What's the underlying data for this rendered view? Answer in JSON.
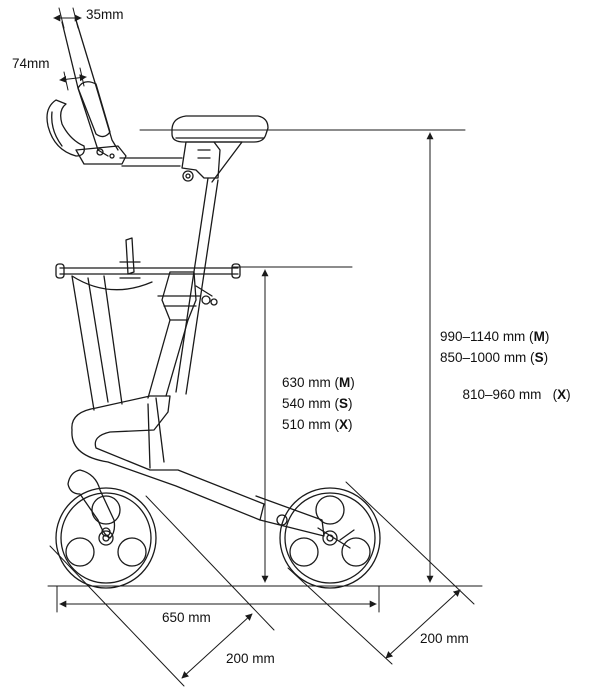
{
  "diagram": {
    "subject": "rollator walker, side view with dimension lines",
    "line_color": "#1a1a1a",
    "labels": {
      "handle_grip_width": "35mm",
      "handle_grip_depth": "74mm",
      "total_height": [
        {
          "value": "990–1140 mm (",
          "size": "M",
          "close": ")"
        },
        {
          "value": "850–1000 mm (",
          "size": "S",
          "close": ")"
        },
        {
          "value": "810–960 mm   (",
          "size": "X",
          "close": ")"
        }
      ],
      "seat_height": [
        {
          "value": "630 mm (",
          "size": "M",
          "close": ")"
        },
        {
          "value": "540 mm (",
          "size": "S",
          "close": ")"
        },
        {
          "value": "510 mm (",
          "size": "X",
          "close": ")"
        }
      ],
      "length": "650 mm",
      "front_wheel_diagonal": "200 mm",
      "rear_wheel_diagonal": "200 mm"
    }
  }
}
